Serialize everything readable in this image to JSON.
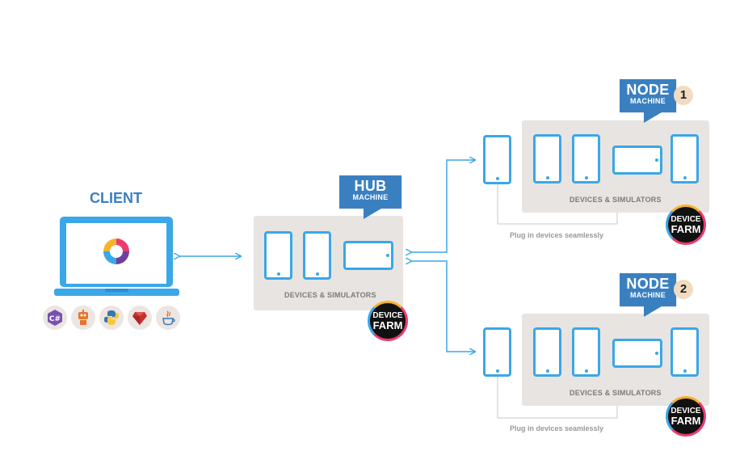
{
  "client": {
    "title": "CLIENT"
  },
  "hub": {
    "callout_big": "HUB",
    "callout_small": "MACHINE",
    "devices_label": "DEVICES & SIMULATORS",
    "badge_line1": "DEVICE",
    "badge_line2": "FARM"
  },
  "nodes": [
    {
      "callout_big": "NODE",
      "callout_small": "MACHINE",
      "number": "1",
      "devices_label": "DEVICES & SIMULATORS",
      "plug_label": "Plug in devices seamlessly",
      "badge_line1": "DEVICE",
      "badge_line2": "FARM"
    },
    {
      "callout_big": "NODE",
      "callout_small": "MACHINE",
      "number": "2",
      "devices_label": "DEVICES & SIMULATORS",
      "plug_label": "Plug in devices seamlessly",
      "badge_line1": "DEVICE",
      "badge_line2": "FARM"
    }
  ],
  "languages": [
    "csharp-icon",
    "robot-framework-icon",
    "python-icon",
    "ruby-icon",
    "java-icon"
  ],
  "colors": {
    "accent_blue": "#3aa7e8",
    "callout_blue": "#3a80c1",
    "panel_gray": "#e8e4e1",
    "badge_yellow": "#f6b32a",
    "badge_pink": "#ea3c6e"
  }
}
